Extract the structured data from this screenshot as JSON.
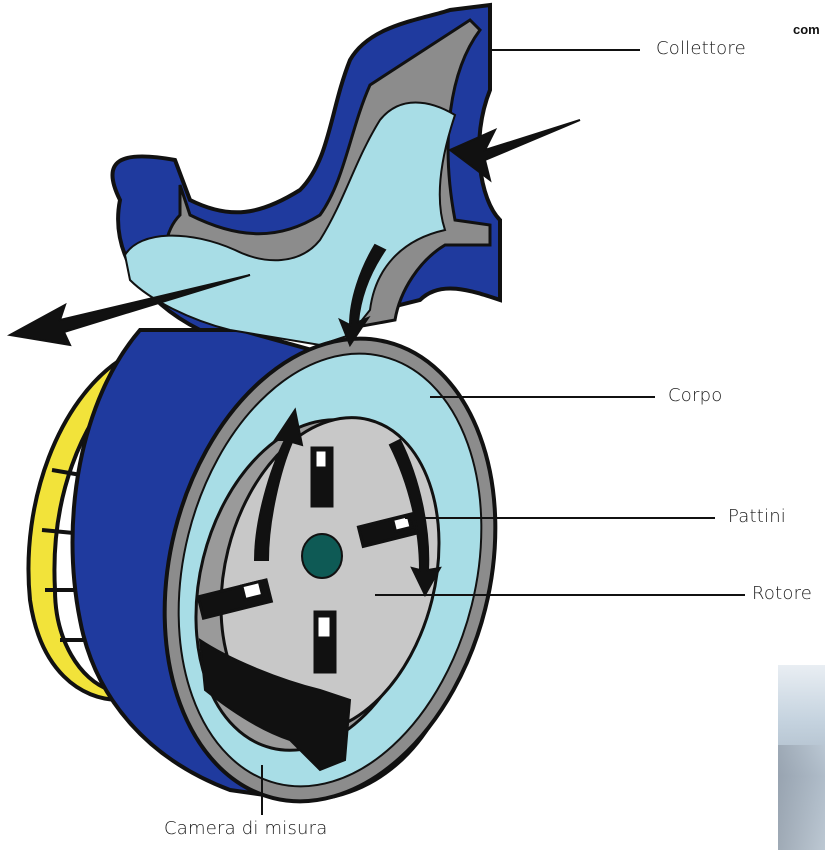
{
  "labels": {
    "collettore": "Collettore",
    "corpo": "Corpo",
    "pattini": "Pattini",
    "rotore": "Rotore",
    "camera": "Camera di misura"
  },
  "corner_text": "com",
  "colors": {
    "body_blue": "#1f3a9e",
    "liquid_cyan": "#a8dde6",
    "wall_gray": "#8c8c8c",
    "rotor_gray": "#c8c8c8",
    "hub_teal": "#0e5a55",
    "flange_yellow": "#f2e33a",
    "arrow_black": "#111111"
  }
}
